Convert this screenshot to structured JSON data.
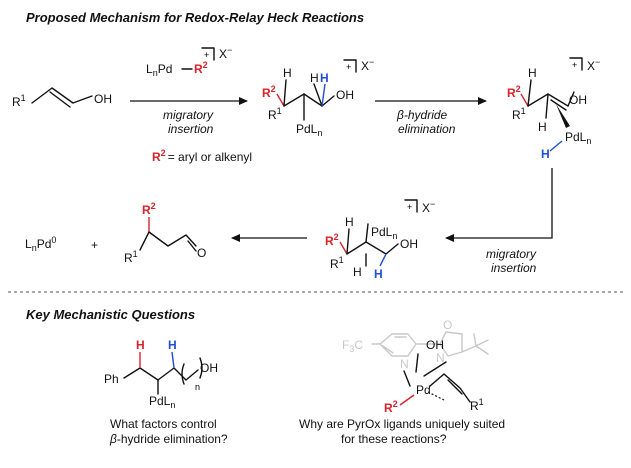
{
  "headings": {
    "mechanism": "Proposed Mechanism for Redox-Relay Heck Reactions",
    "questions": "Key Mechanistic Questions"
  },
  "atoms": {
    "R": "R",
    "one": "1",
    "two": "2",
    "H": "H",
    "OH": "OH",
    "O": "O",
    "X": "X",
    "minus": "−",
    "plus": "+",
    "L": "L",
    "n": "n",
    "Pd": "Pd",
    "PdL": "PdL",
    "zero": "0",
    "Ph": "Ph",
    "F3C": "F",
    "three": "3",
    "C": "C",
    "N": "N",
    "dash": "–"
  },
  "labels": {
    "migratory": "migratory",
    "insertion": "insertion",
    "beta_symbol": "β",
    "hydride": "-hydride",
    "elimination": "elimination",
    "r2_def": "= aryl or alkenyl"
  },
  "questions": {
    "q1_line1": "What factors control",
    "q1_beta": "β",
    "q1_line2": "-hydride elimination?",
    "q2_line1": "Why are PyrOx ligands uniquely suited",
    "q2_line2": "for these reactions?"
  }
}
